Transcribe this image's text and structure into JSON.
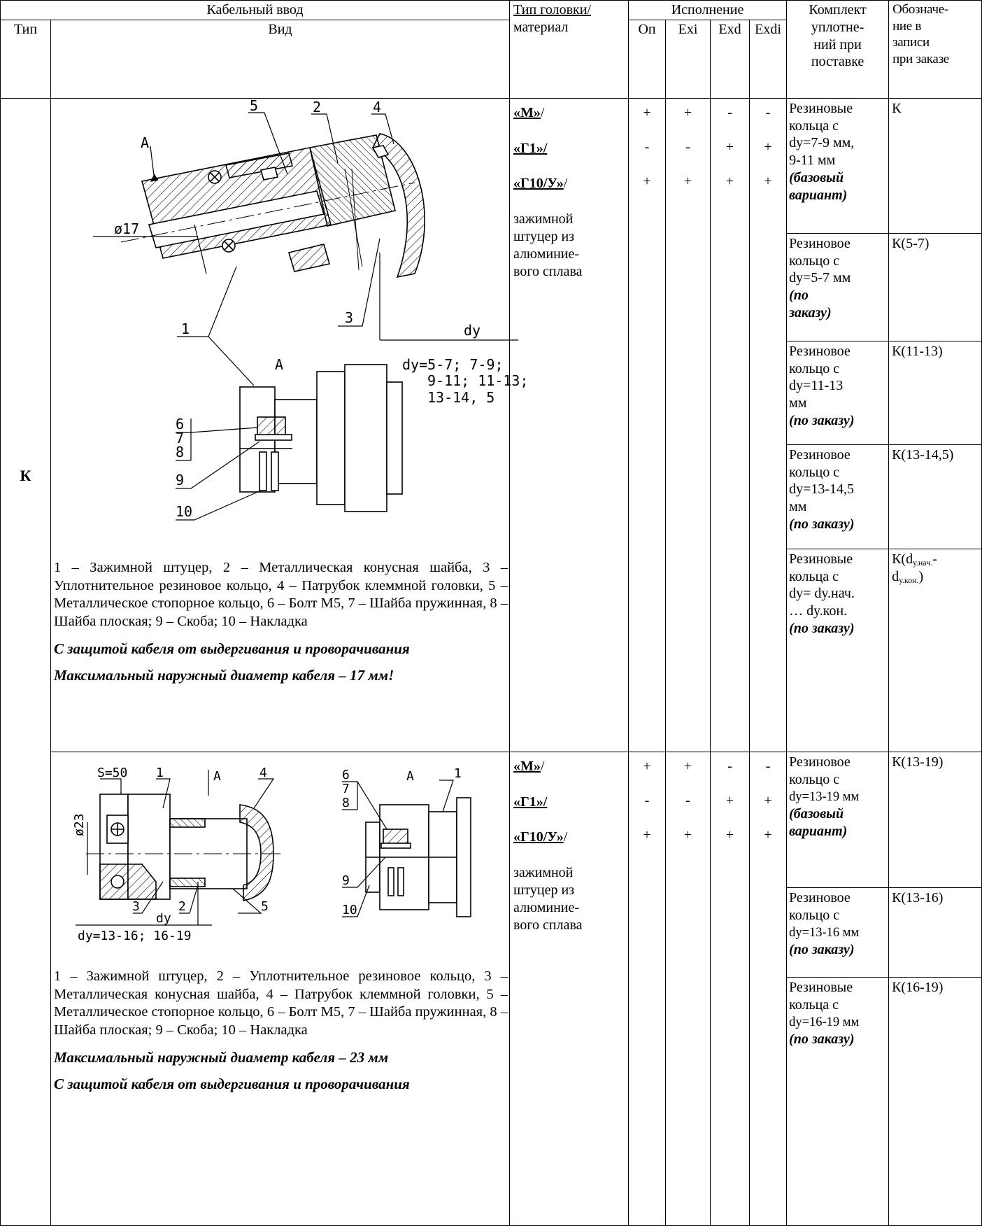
{
  "header": {
    "cable_entry": "Кабельный ввод",
    "type": "Тип",
    "view": "Вид",
    "head_type_1": "Тип головки/",
    "head_type_2": "материал",
    "execution": "Исполнение",
    "exec_cols": [
      "Оп",
      "Exi",
      "Exd",
      "Exdi"
    ],
    "kit_1": "Комплект",
    "kit_2": "уплотне-",
    "kit_3": "ний при",
    "kit_4": "поставке",
    "code_1": "Обозначе-",
    "code_2": "ние в",
    "code_3": "записи",
    "code_4": "при заказе"
  },
  "type_label": "К",
  "block1": {
    "drawing_labels": {
      "n5": "5",
      "n2": "2",
      "n4": "4",
      "A": "А",
      "d17": "ø17",
      "n3": "3",
      "dy": "dy",
      "n1": "1",
      "A2": "А",
      "dy_list_1": "dy=5-7; 7-9;",
      "dy_list_2": "9-11; 11-13;",
      "dy_list_3": "13-14, 5",
      "n6": "6",
      "n7": "7",
      "n8": "8",
      "n9": "9",
      "n10": "10"
    },
    "legend": "1 – Зажимной штуцер, 2 – Металлическая конусная шайба, 3 – Уплотнительное резиновое кольцо, 4 – Патрубок клеммной головки, 5 – Металлическое стопорное кольцо, 6 – Болт М5, 7 – Шайба пружинная, 8 – Шайба плоская; 9 – Скоба; 10 – Накладка",
    "note_1": "С защитой кабеля от выдергивания и проворачивания",
    "note_2": "Максимальный наружный диаметр кабеля – 17 мм!",
    "materials": [
      {
        "code": "«М»",
        "suffix": "/"
      },
      {
        "code": "«Г1»/",
        "suffix": ""
      },
      {
        "code": "«Г10/У»",
        "suffix": "/"
      }
    ],
    "material_desc": [
      "зажимной",
      "штуцер из",
      "алюминие-",
      "вого сплава"
    ],
    "exec": [
      [
        "+",
        "+",
        "-",
        "-"
      ],
      [
        "-",
        "-",
        "+",
        "+"
      ],
      [
        "+",
        "+",
        "+",
        "+"
      ]
    ],
    "kits": [
      {
        "lines": [
          "Резиновые",
          "кольца с",
          "dy=7-9 мм,",
          "9-11 мм"
        ],
        "note": [
          "(базовый",
          "вариант)"
        ],
        "code": "К"
      },
      {
        "lines": [
          "Резиновое",
          "кольцо с",
          "dy=5-7 мм"
        ],
        "note": [
          "(по",
          "заказу)"
        ],
        "code": "К(5-7)"
      },
      {
        "lines": [
          "Резиновое",
          "кольцо с",
          "dy=11-13",
          "мм"
        ],
        "note": [
          "(по заказу)"
        ],
        "code": "К(11-13)"
      },
      {
        "lines": [
          "Резиновое",
          "кольцо с",
          "dy=13-14,5",
          "мм"
        ],
        "note": [
          "(по заказу)"
        ],
        "code": "К(13-14,5)"
      },
      {
        "lines": [
          "Резиновые",
          "кольца с",
          "dy= dy.нач.",
          "… dy.кон."
        ],
        "note": [
          "(по заказу)"
        ],
        "code_main": "К(d",
        "code_sub1": "у.нач.",
        "code_mid": "-",
        "code_d2": "d",
        "code_sub2": "у.кон.",
        "code_end": ")"
      }
    ]
  },
  "block2": {
    "drawing_labels": {
      "s50": "S=50",
      "n1": "1",
      "A": "А",
      "n4": "4",
      "d23": "ø23",
      "n3": "3",
      "n2": "2",
      "n5": "5",
      "dy": "dy",
      "dy_list": "dy=13-16; 16-19",
      "n6": "6",
      "n7": "7",
      "n8": "8",
      "A2": "А",
      "n1b": "1",
      "n9": "9",
      "n10": "10"
    },
    "legend": "1 – Зажимной штуцер, 2 – Уплотнительное резиновое кольцо, 3 – Металлическая конусная шайба, 4 – Патрубок клеммной головки, 5 – Металлическое стопорное кольцо, 6 – Болт М5, 7 – Шайба пружинная, 8 – Шайба плоская; 9 – Скоба; 10 – Накладка",
    "note_1": "Максимальный наружный диаметр кабеля – 23 мм",
    "note_2": "С защитой кабеля от выдергивания и проворачивания",
    "materials": [
      {
        "code": "«М»",
        "suffix": "/"
      },
      {
        "code": "«Г1»/",
        "suffix": ""
      },
      {
        "code": "«Г10/У»",
        "suffix": "/"
      }
    ],
    "material_desc": [
      "зажимной",
      "штуцер из",
      "алюминие-",
      "вого сплава"
    ],
    "exec": [
      [
        "+",
        "+",
        "-",
        "-"
      ],
      [
        "-",
        "-",
        "+",
        "+"
      ],
      [
        "+",
        "+",
        "+",
        "+"
      ]
    ],
    "kits": [
      {
        "lines": [
          "Резиновое",
          "кольцо с",
          "dy=13-19 мм"
        ],
        "note": [
          "(базовый",
          "вариант)"
        ],
        "code": "К(13-19)"
      },
      {
        "lines": [
          "Резиновое",
          "кольцо с",
          "dy=13-16 мм"
        ],
        "note": [
          "(по заказу)"
        ],
        "code": "К(13-16)"
      },
      {
        "lines": [
          "Резиновые",
          "кольца с",
          "dy=16-19 мм"
        ],
        "note": [
          "(по заказу)"
        ],
        "code": "К(16-19)"
      }
    ]
  }
}
